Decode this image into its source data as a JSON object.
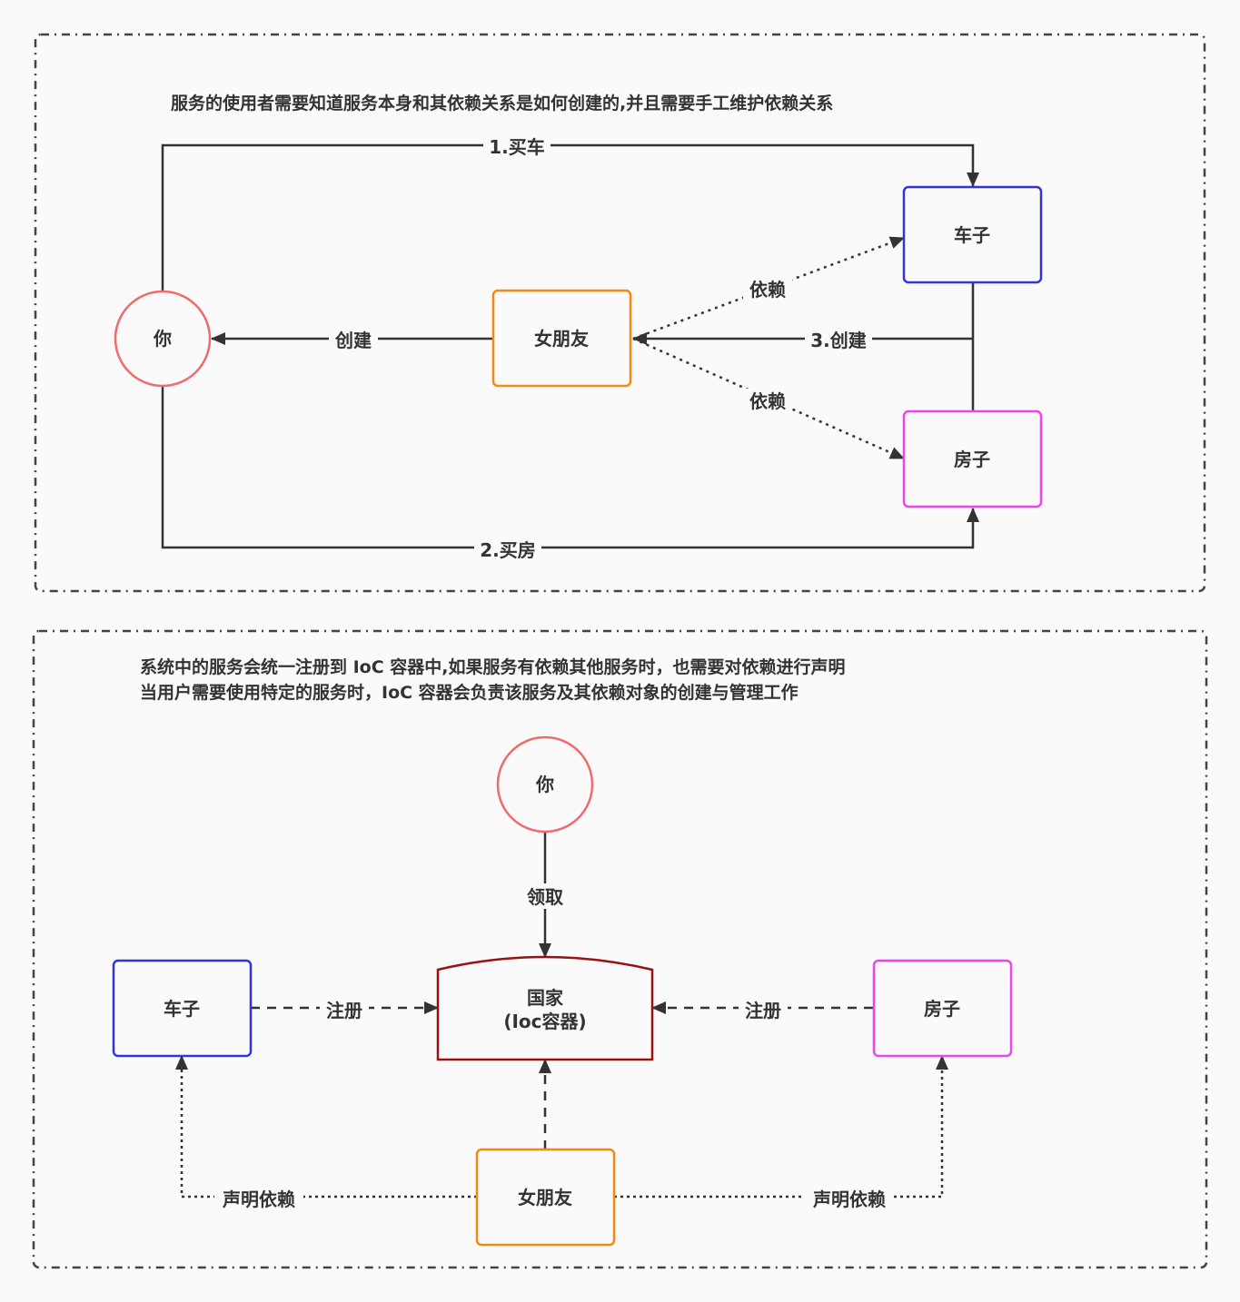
{
  "top_panel": {
    "caption": "服务的使用者需要知道服务本身和其依赖关系是如何创建的,并且需要手工维护依赖关系",
    "nodes": {
      "you": "你",
      "girlfriend": "女朋友",
      "car": "车子",
      "house": "房子"
    },
    "edges": {
      "buy_car": "1.买车",
      "buy_house": "2.买房",
      "create_girlfriend": "创建",
      "create_from_assets": "3.创建",
      "depends_car": "依赖",
      "depends_house": "依赖"
    }
  },
  "bottom_panel": {
    "caption_lines": [
      "系统中的服务会统一注册到 IoC 容器中,如果服务有依赖其他服务时，也需要对依赖进行声明",
      "当用户需要使用特定的服务时，IoC 容器会负责该服务及其依赖对象的创建与管理工作"
    ],
    "nodes": {
      "you": "你",
      "container_line1": "国家",
      "container_line2": "(Ioc容器)",
      "car": "车子",
      "house": "房子",
      "girlfriend": "女朋友"
    },
    "edges": {
      "receive": "领取",
      "register_car": "注册",
      "register_house": "注册",
      "declare_car": "声明依赖",
      "declare_house": "声明依赖"
    }
  },
  "colors": {
    "person": "#f06b6b",
    "girlfriend": "#f5890f",
    "car": "#3333dd",
    "house": "#ee44ee",
    "container": "#9b1010",
    "line": "#333333",
    "frame": "#444444"
  }
}
